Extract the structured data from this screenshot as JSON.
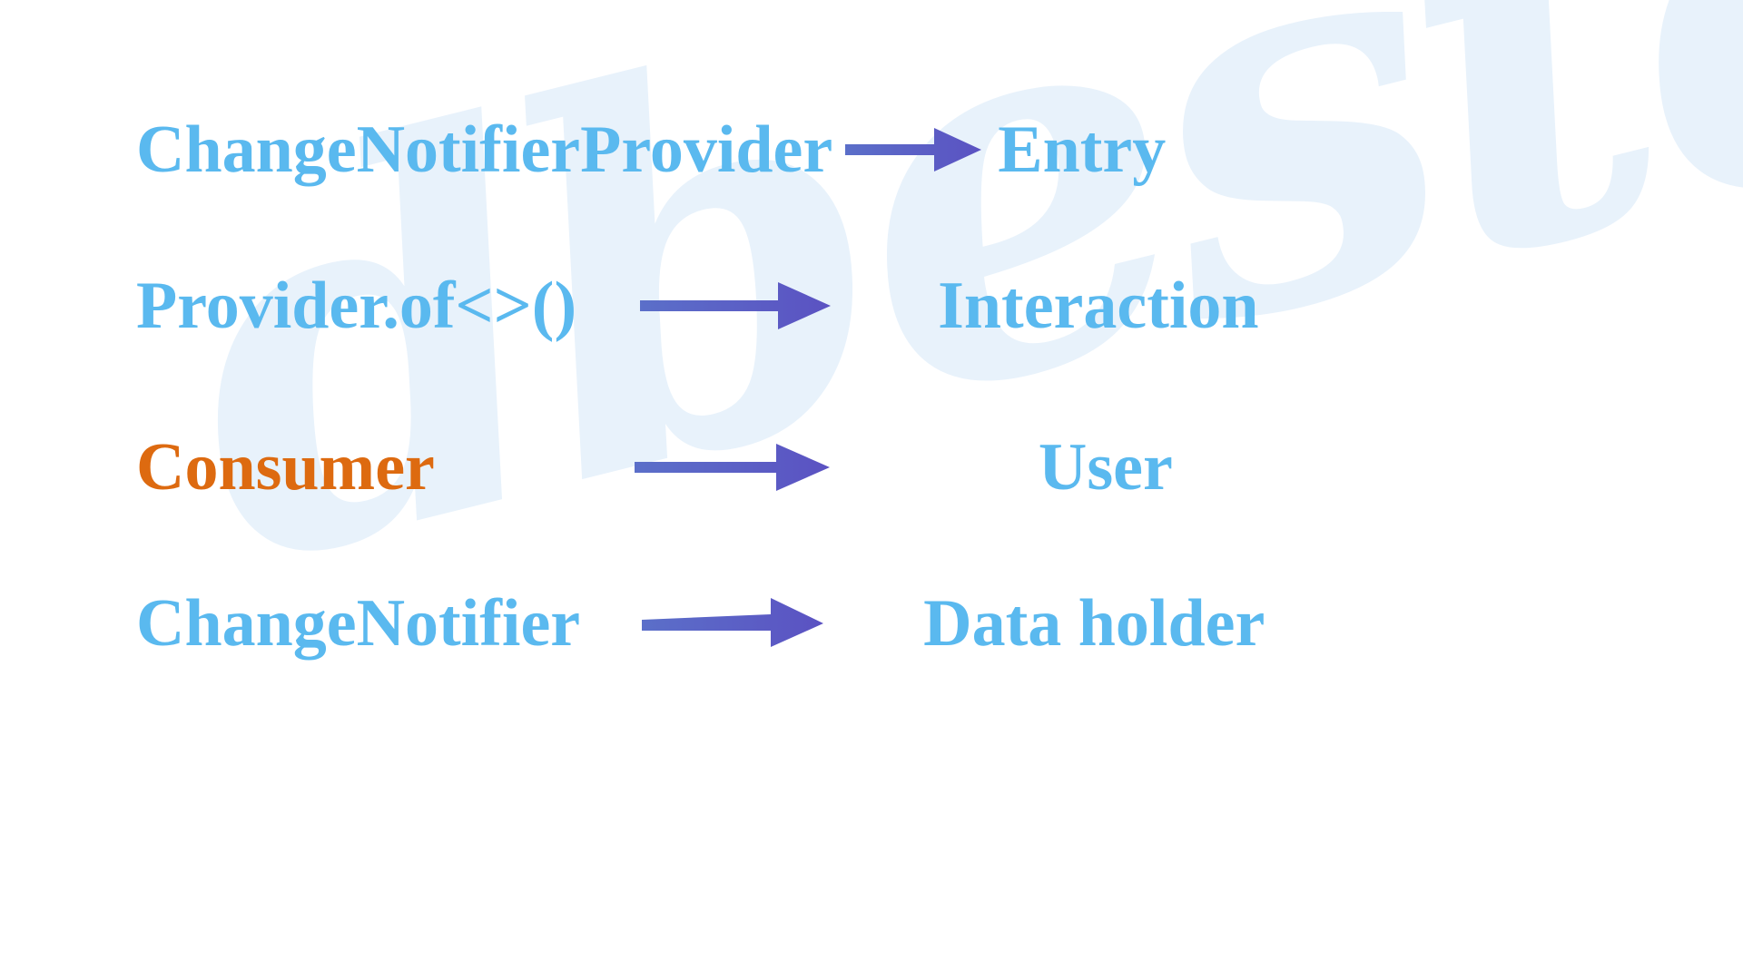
{
  "watermark": {
    "text": "dbestech",
    "color": "#e8f2fb"
  },
  "colors": {
    "term": "#5ab9ef",
    "accent": "#dd6a10",
    "role": "#5ab9ef",
    "arrow_start": "#5b6fc9",
    "arrow_end": "#5b52c2",
    "background": "#ffffff"
  },
  "diagram": {
    "type": "mapping",
    "arrow_icon": "right-arrow-icon",
    "rows": [
      {
        "term": "ChangeNotifierProvider",
        "role": "Entry",
        "accent": false
      },
      {
        "term": "Provider.of<>()",
        "role": "Interaction",
        "accent": false
      },
      {
        "term": "Consumer",
        "role": "User",
        "accent": true
      },
      {
        "term": "ChangeNotifier",
        "role": "Data holder",
        "accent": false
      }
    ]
  }
}
